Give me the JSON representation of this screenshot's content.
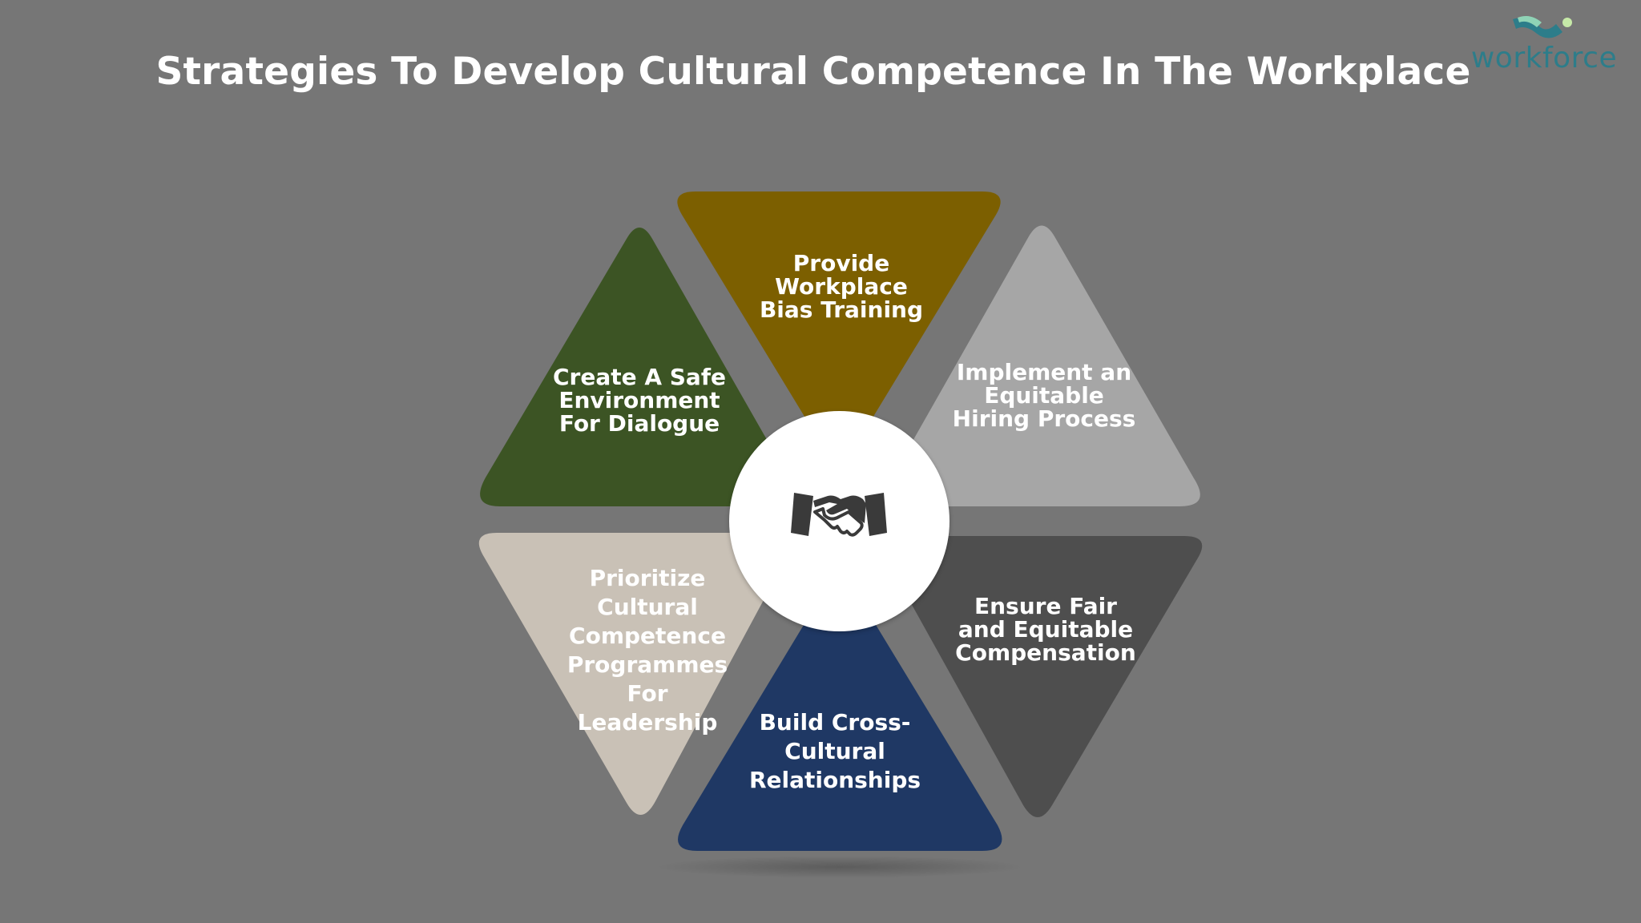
{
  "page": {
    "title": "Strategies To Develop Cultural Competence In The Workplace",
    "background": "#767676"
  },
  "logo": {
    "text": "workforce",
    "icon": "workforce-wave-logo-icon",
    "colors": [
      "#2d7d8a",
      "#8fd3b6"
    ]
  },
  "hub": {
    "icon": "handshake-icon",
    "color": "#3a3a3a"
  },
  "segments": [
    {
      "id": "top",
      "label": "Provide\nWorkplace\nBias Training",
      "color": "#7c5f00"
    },
    {
      "id": "top-right",
      "label": "Implement an\nEquitable\nHiring Process",
      "color": "#a6a6a6"
    },
    {
      "id": "bottom-right",
      "label": "Ensure Fair\nand Equitable\nCompensation",
      "color": "#4e4e4e"
    },
    {
      "id": "bottom",
      "label": "Build Cross-\nCultural\nRelationships",
      "color": "#1f3864"
    },
    {
      "id": "bottom-left",
      "label": "Prioritize\nCultural\nCompetence\nProgrammes\nFor\nLeadership",
      "color": "#c9c1b6"
    },
    {
      "id": "top-left",
      "label": "Create A Safe\nEnvironment\nFor Dialogue",
      "color": "#3c5424"
    }
  ]
}
